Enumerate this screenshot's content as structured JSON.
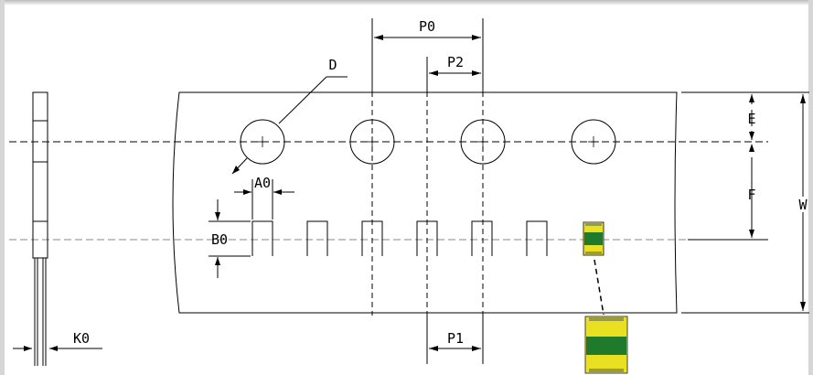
{
  "diagram": {
    "labels": {
      "p0": "P0",
      "p2": "P2",
      "d": "D",
      "a0": "A0",
      "b0": "B0",
      "e": "E",
      "f": "F",
      "w": "W",
      "p1": "P1",
      "k0": "K0"
    },
    "colors": {
      "component_body": "#e8e020",
      "component_band": "#1f7a2c",
      "component_end": "#9a9a40",
      "line": "#000000"
    }
  }
}
